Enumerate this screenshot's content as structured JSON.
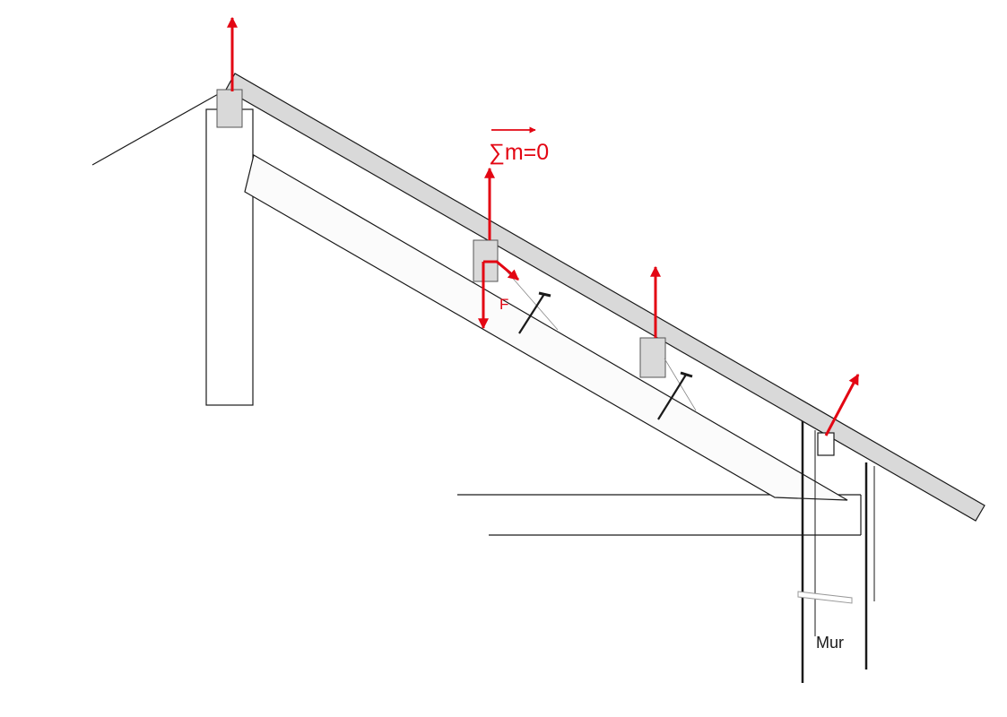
{
  "labels": {
    "moment": "∑m=0",
    "force": "F",
    "wall": "Mur"
  },
  "colors": {
    "force_arrow": "#e30613",
    "member_fill": "#d9d9d9",
    "line": "#1a1a1a",
    "background": "#ffffff"
  }
}
